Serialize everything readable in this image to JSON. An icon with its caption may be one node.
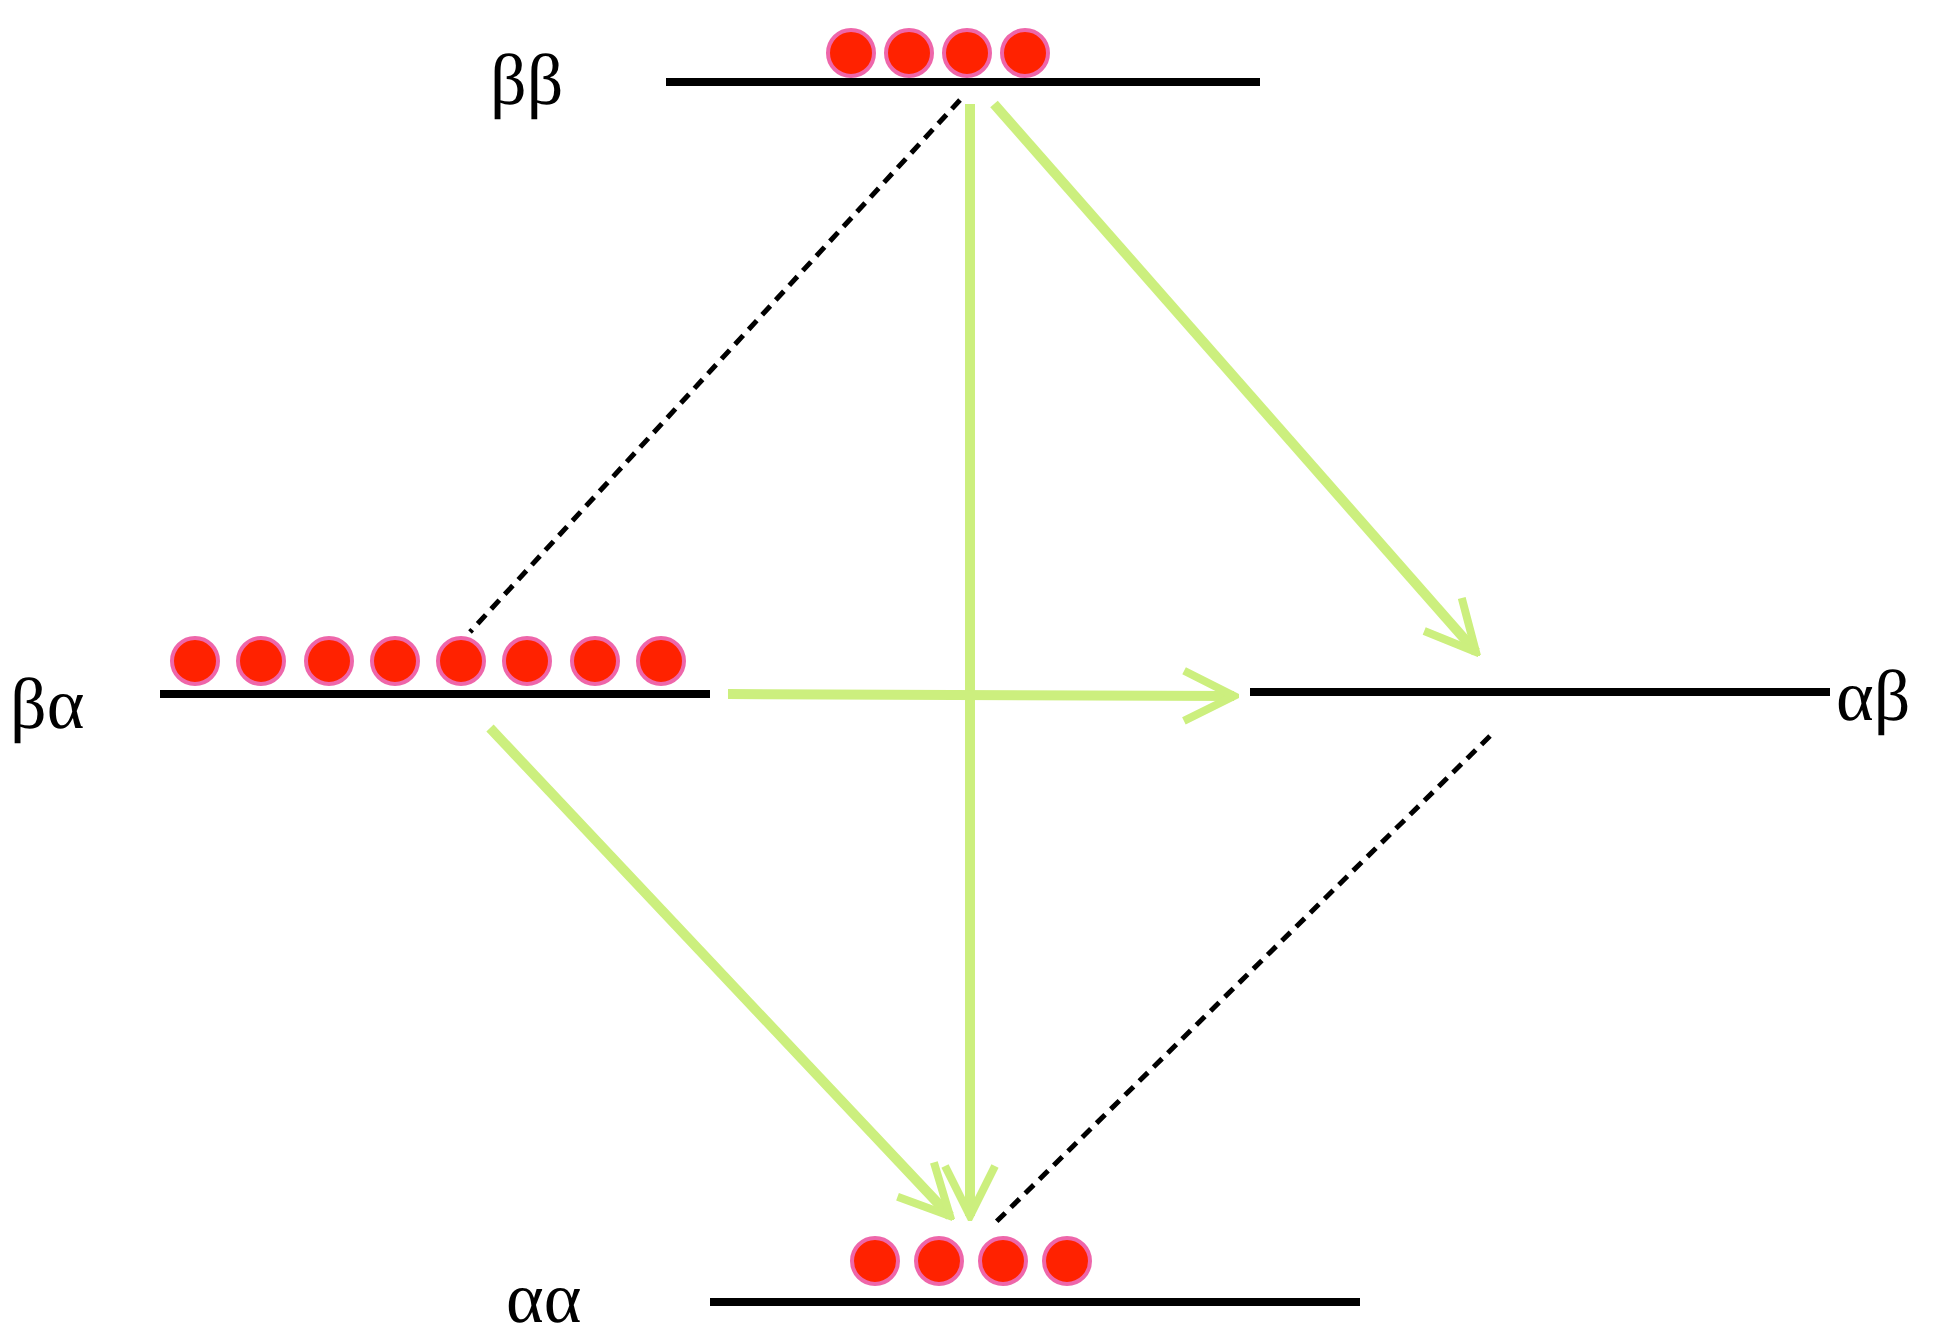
{
  "diagram": {
    "nodes": [
      {
        "text": [
          "ββ"
        ]
      },
      {
        "text": [
          "βα"
        ]
      },
      {
        "text": [
          "αβ"
        ]
      },
      {
        "text": [
          "αα"
        ]
      }
    ],
    "edges": [
      {
        "from": 0,
        "to": 1,
        "arrow": "none",
        "style": "dashed",
        "color": "#000000"
      },
      {
        "from": 0,
        "to": 2,
        "arrow": "to"
      },
      {
        "from": 0,
        "to": 3,
        "arrow": "to"
      },
      {
        "from": 1,
        "to": 2,
        "arrow": "to"
      },
      {
        "from": 1,
        "to": 3,
        "arrow": "to"
      },
      {
        "from": 2,
        "to": 3,
        "arrow": "none",
        "style": "dashed",
        "color": "#000000"
      }
    ]
  }
}
